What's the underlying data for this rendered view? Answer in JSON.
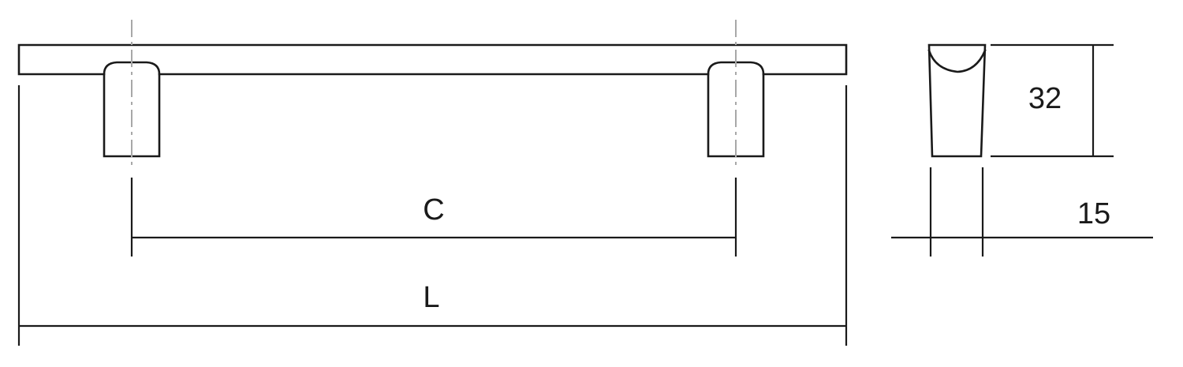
{
  "labels": {
    "center_distance": "C",
    "overall_length": "L",
    "height": "32",
    "width": "15"
  },
  "colors": {
    "line": "#1a1a1a",
    "centerline": "#a8a8a8",
    "background": "#ffffff"
  }
}
